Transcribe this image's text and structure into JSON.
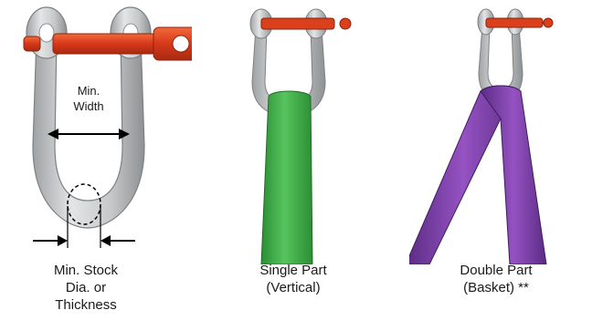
{
  "panels": [
    {
      "id": "shackle-dimensions",
      "dimension_label": {
        "line1": "Min.",
        "line2": "Width"
      },
      "caption": {
        "line1": "Min. Stock",
        "line2": "Dia. or",
        "line3": "Thickness"
      }
    },
    {
      "id": "single-part",
      "caption": {
        "line1": "Single Part",
        "line2": "(Vertical)"
      }
    },
    {
      "id": "double-part",
      "caption": {
        "line1": "Double Part",
        "line2": "(Basket) **"
      }
    }
  ],
  "colors": {
    "shackle_body": "#c9cbcc",
    "shackle_pin": "#e0421b",
    "sling_single": "#3fb34a",
    "sling_double": "#7b3fa6"
  },
  "icons": [
    "shackle-icon",
    "sling-icon",
    "dimension-arrow-icon"
  ]
}
